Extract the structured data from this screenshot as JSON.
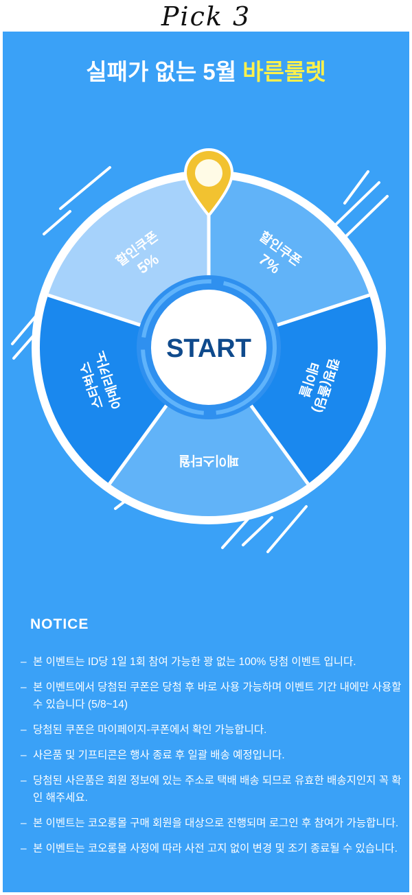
{
  "header": {
    "pick": "Pick 3"
  },
  "title": {
    "prefix": "실패가 없는 5월 ",
    "highlight": "바른룰렛"
  },
  "wheel": {
    "start_label": "START",
    "segments": [
      {
        "line1": "할인쿠폰",
        "line2": "7%"
      },
      {
        "line1": "캠핑(폴딩)",
        "line2": "테이블"
      },
      {
        "line1": "페이스타월",
        "line2": ""
      },
      {
        "line1": "스타벅스",
        "line2": "아메리카노"
      },
      {
        "line1": "할인쿠폰",
        "line2": "5%"
      }
    ],
    "colors": {
      "panel": "#3aa1f7",
      "segment_light": "#a6d2fb",
      "segment_mid": "#61b3f8",
      "segment_dark": "#1a88ee",
      "center_ring": "#2f90ef",
      "start_text": "#0f4a8c",
      "pin": "#f2c230"
    }
  },
  "notice": {
    "heading": "NOTICE",
    "items": [
      "본 이벤트는 ID당 1일 1회 참여 가능한 꽝 없는 100% 당첨 이벤트 입니다.",
      "본 이벤트에서 당첨된 쿠폰은 당첨 후 바로 사용 가능하며 이벤트 기간 내에만 사용할 수 있습니다 (5/8~14)",
      "당첨된 쿠폰은 마이페이지-쿠폰에서 확인 가능합니다.",
      "사은품 및 기프티콘은 행사 종료 후 일괄 배송 예정입니다.",
      "당첨된 사은품은 회원 정보에 있는 주소로 택배 배송 되므로 유효한 배송지인지 꼭 확인 해주세요.",
      "본 이벤트는 코오롱몰 구매 회원을 대상으로 진행되며 로그인 후 참여가 가능합니다.",
      "본 이벤트는 코오롱몰 사정에 따라 사전 고지 없이 변경 및 조기 종료될 수 있습니다."
    ]
  }
}
